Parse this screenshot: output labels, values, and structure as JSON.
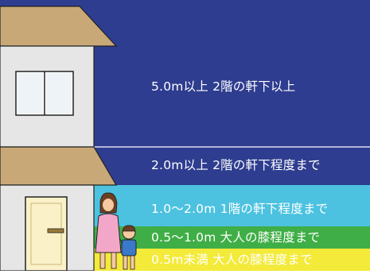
{
  "colors": {
    "band_5m": "#2e3d8f",
    "band_2m": "#2e3d8f",
    "band_1m": "#4cc2e0",
    "band_05m": "#3fae46",
    "band_below": "#f3ea3a",
    "roof": "#c9a878",
    "wall": "#e6e6e6",
    "outline": "#222222"
  },
  "levels": [
    {
      "id": "level-5m",
      "text": "5.0m以上 2階の軒下以上"
    },
    {
      "id": "level-2m",
      "text": "2.0m以上 2階の軒下程度まで"
    },
    {
      "id": "level-1m",
      "text": "1.0～2.0m 1階の軒下程度まで"
    },
    {
      "id": "level-05m",
      "text": "0.5～1.0m 大人の膝程度まで"
    },
    {
      "id": "level-below",
      "text": "0.5m未満 大人の膝程度まで"
    }
  ]
}
